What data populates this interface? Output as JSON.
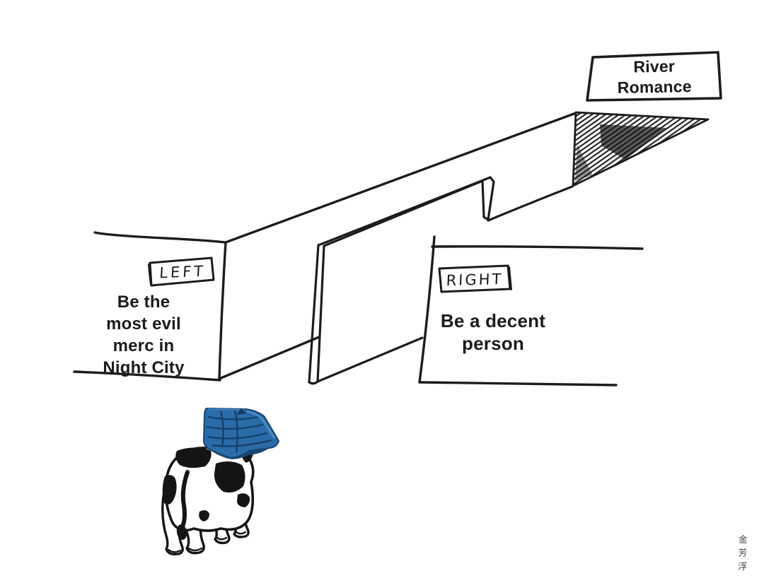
{
  "scene": {
    "background_color": "#ffffff",
    "ink_color": "#1c1c1c",
    "destination_sign": {
      "text": "River\nRomance"
    },
    "left_entrance": {
      "sign_label": "LEFT",
      "caption": "Be the\nmost evil\nmerc in\nNight City"
    },
    "right_entrance": {
      "sign_label": "RIGHT",
      "caption": "Be a decent\nperson"
    },
    "cow": {
      "hat_color": "#2a6ca9",
      "hat_shadow_color": "#1a4872",
      "body_color": "#ffffff",
      "spot_color": "#141414"
    },
    "artist_signature": "金\n芳\n浮"
  }
}
